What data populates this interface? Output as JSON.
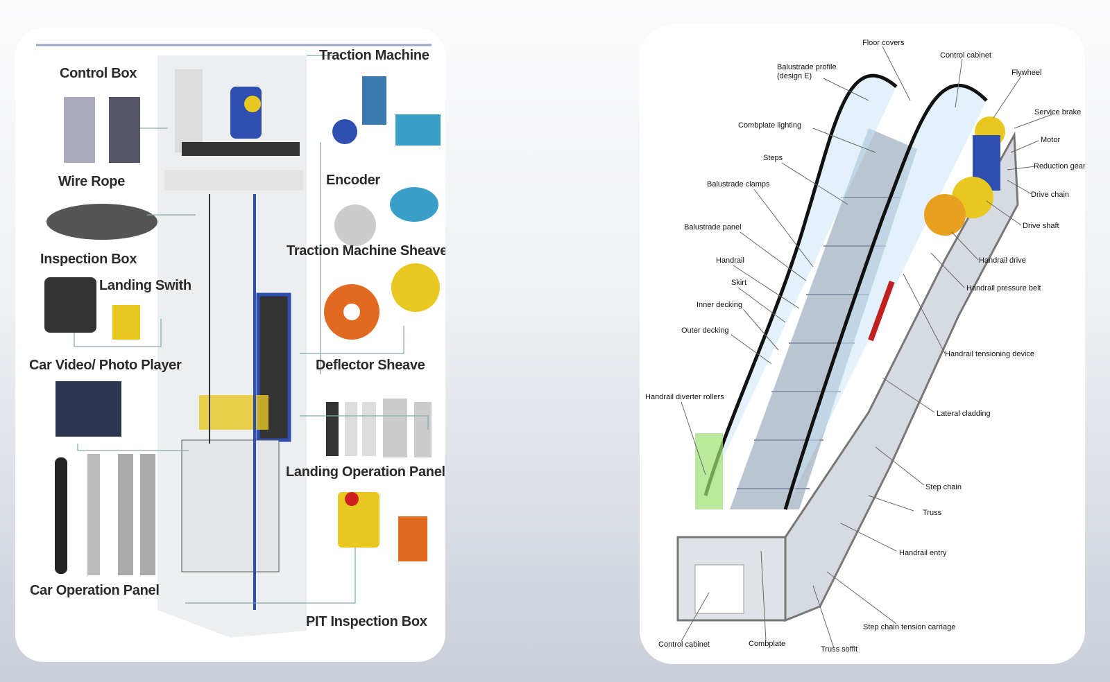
{
  "elevator": {
    "labels": [
      "Control Box",
      "Wire Rope",
      "Inspection Box",
      "Landing Swith",
      "Car Video/ Photo Player",
      "Car Operation Panel",
      "Traction Machine",
      "Encoder",
      "Traction Machine Sheave",
      "Deflector Sheave",
      "Landing Operation Panel",
      "PIT Inspection Box"
    ]
  },
  "escalator": {
    "labels": [
      "Floor covers",
      "Control cabinet",
      "Balustrade profile",
      "(design E)",
      "Flywheel",
      "Service brake",
      "Combplate lighting",
      "Motor",
      "Steps",
      "Reduction gear",
      "Balustrade clamps",
      "Drive chain",
      "Drive shaft",
      "Balustrade panel",
      "Handrail",
      "Handrail drive",
      "Skirt",
      "Handrail pressure belt",
      "Inner decking",
      "Outer decking",
      "Handrail tensioning device",
      "Handrail diverter rollers",
      "Lateral cladding",
      "Step chain",
      "Truss",
      "Handrail entry",
      "Step chain tension carriage",
      "Control cabinet",
      "Combplate",
      "Truss soffit"
    ]
  },
  "colors": {
    "accent_yellow": "#e8c820",
    "accent_blue": "#2f4fb0",
    "accent_orange": "#e06a20",
    "green": "#7cc840"
  }
}
